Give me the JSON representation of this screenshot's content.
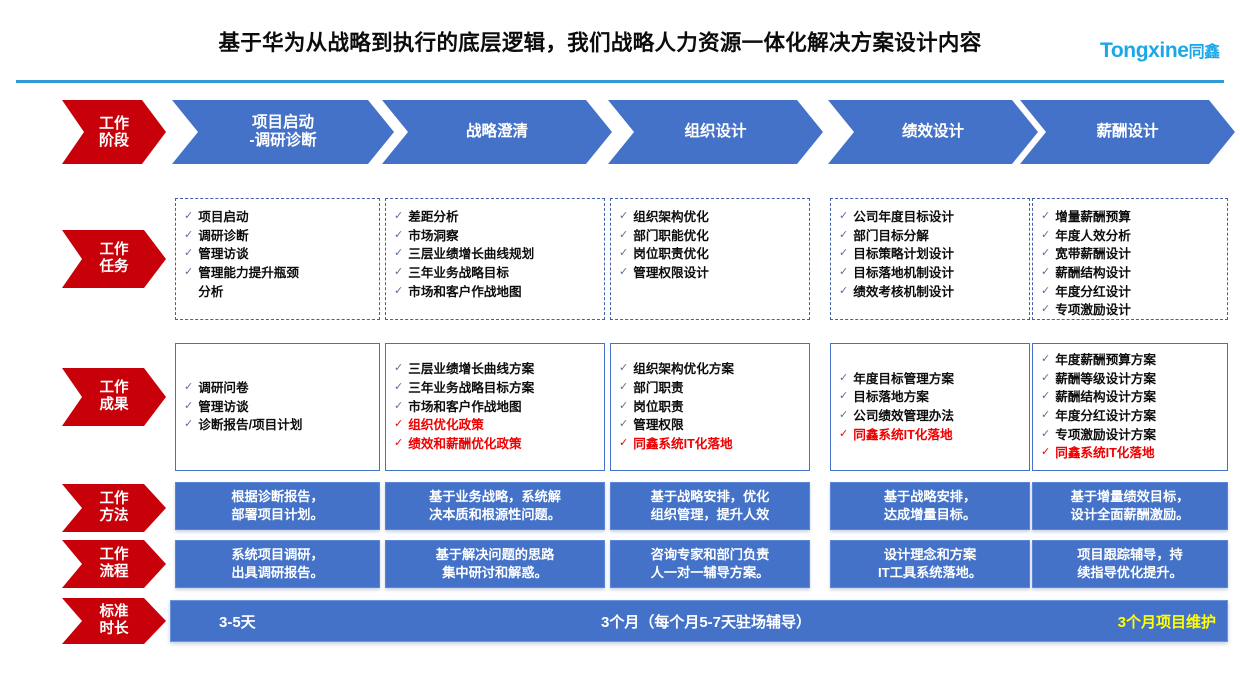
{
  "header": {
    "title": "基于华为从战略到执行的底层逻辑，我们战略人力资源一体化解决方案设计内容",
    "logo_text": "Tongxine",
    "logo_cn": "同鑫"
  },
  "row_labels": {
    "stage": "工作\n阶段",
    "task": "工作\n任务",
    "outcome": "工作\n成果",
    "method": "工作\n方法",
    "flow": "工作\n流程",
    "duration": "标准\n时长"
  },
  "phases": [
    {
      "label": "项目启动\n-调研诊断"
    },
    {
      "label": "战略澄清"
    },
    {
      "label": "组织设计"
    },
    {
      "label": "绩效设计"
    },
    {
      "label": "薪酬设计"
    }
  ],
  "tasks": [
    [
      "项目启动",
      "调研诊断",
      "管理访谈",
      "管理能力提升瓶颈\n分析"
    ],
    [
      "差距分析",
      "市场洞察",
      "三层业绩增长曲线规划",
      "三年业务战略目标",
      "市场和客户作战地图"
    ],
    [
      "组织架构优化",
      "部门职能优化",
      "岗位职责优化",
      "管理权限设计"
    ],
    [
      "公司年度目标设计",
      "部门目标分解",
      "目标策略计划设计",
      "目标落地机制设计",
      "绩效考核机制设计"
    ],
    [
      "增量薪酬预算",
      "年度人效分析",
      "宽带薪酬设计",
      "薪酬结构设计",
      "年度分红设计",
      "专项激励设计"
    ]
  ],
  "outcomes": [
    [
      {
        "text": "调研问卷",
        "red": false
      },
      {
        "text": "管理访谈",
        "red": false
      },
      {
        "text": "诊断报告/项目计划",
        "red": false
      }
    ],
    [
      {
        "text": "三层业绩增长曲线方案",
        "red": false
      },
      {
        "text": "三年业务战略目标方案",
        "red": false
      },
      {
        "text": "市场和客户作战地图",
        "red": false
      },
      {
        "text": "组织优化政策",
        "red": true
      },
      {
        "text": "绩效和薪酬优化政策",
        "red": true
      }
    ],
    [
      {
        "text": "组织架构优化方案",
        "red": false
      },
      {
        "text": "部门职责",
        "red": false
      },
      {
        "text": "岗位职责",
        "red": false
      },
      {
        "text": "管理权限",
        "red": false
      },
      {
        "text": "同鑫系统IT化落地",
        "red": true
      }
    ],
    [
      {
        "text": "年度目标管理方案",
        "red": false
      },
      {
        "text": "目标落地方案",
        "red": false
      },
      {
        "text": "公司绩效管理办法",
        "red": false
      },
      {
        "text": "同鑫系统IT化落地",
        "red": true
      }
    ],
    [
      {
        "text": "年度薪酬预算方案",
        "red": false
      },
      {
        "text": "薪酬等级设计方案",
        "red": false
      },
      {
        "text": "薪酬结构设计方案",
        "red": false
      },
      {
        "text": "年度分红设计方案",
        "red": false
      },
      {
        "text": "专项激励设计方案",
        "red": false
      },
      {
        "text": "同鑫系统IT化落地",
        "red": true
      }
    ]
  ],
  "methods": [
    "根据诊断报告，\n部署项目计划。",
    "基于业务战略，系统解\n决本质和根源性问题。",
    "基于战略安排，优化\n组织管理，提升人效",
    "基于战略安排，\n达成增量目标。",
    "基于增量绩效目标，\n设计全面薪酬激励。"
  ],
  "flows": [
    "系统项目调研，\n出具调研报告。",
    "基于解决问题的思路\n集中研讨和解惑。",
    "咨询专家和部门负责\n人一对一辅导方案。",
    "设计理念和方案\nIT工具系统落地。",
    "项目跟踪辅导，持\n续指导优化提升。"
  ],
  "durations": [
    {
      "text": "3-5天",
      "highlight": false
    },
    {
      "text": "3个月（每个月5-7天驻场辅导）",
      "highlight": false
    },
    {
      "text": "3个月项目维护",
      "highlight": true
    }
  ],
  "colors": {
    "brand_blue": "#4472c8",
    "logo_blue": "#1ba7e8",
    "accent_red": "#c8000a",
    "text_red": "#ef0000",
    "highlight_yellow": "#ffff00",
    "rule_blue": "#2e9bd6"
  }
}
